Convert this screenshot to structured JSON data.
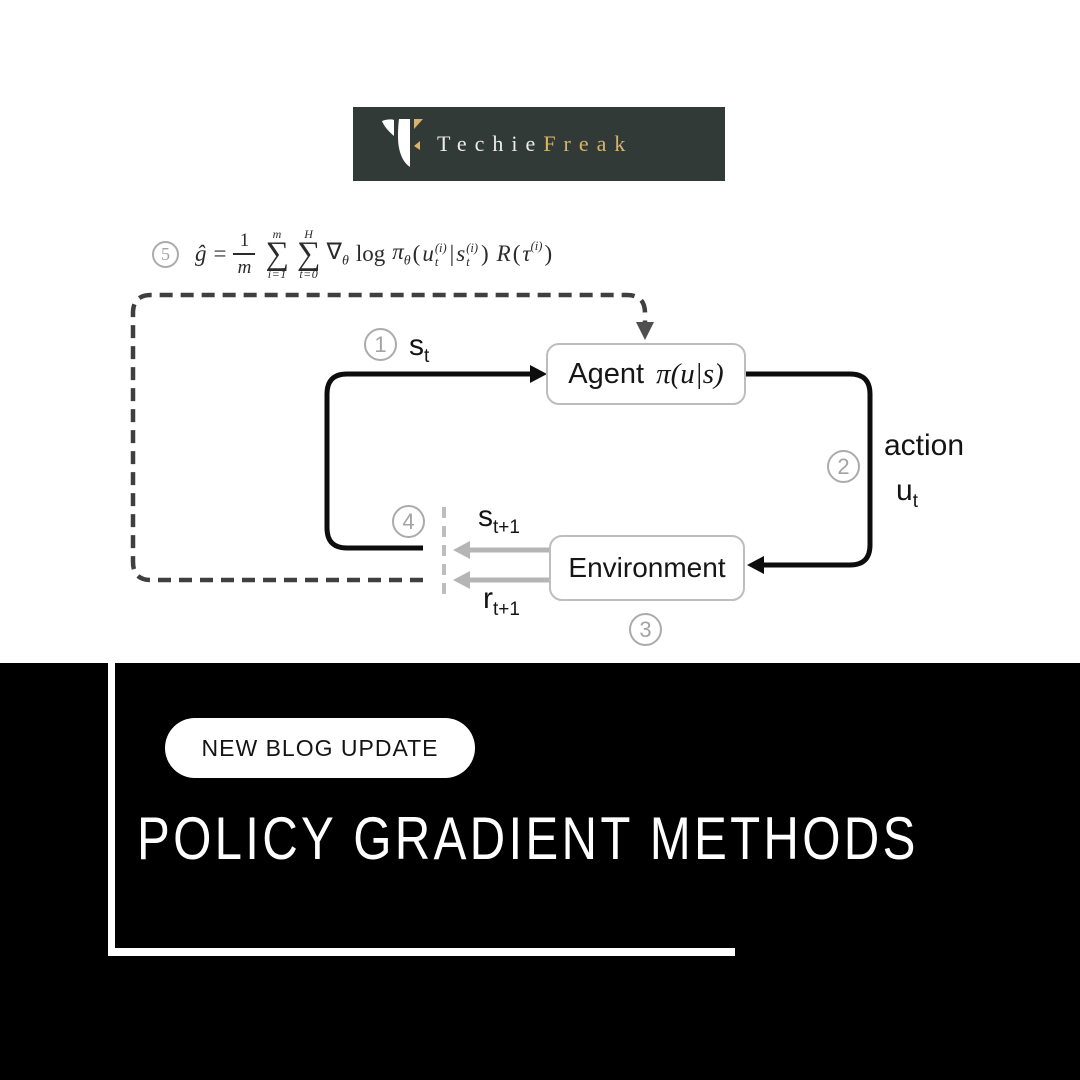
{
  "logo": {
    "brand_first": "Techie",
    "brand_second": "Freak"
  },
  "diagram": {
    "steps": [
      "1",
      "2",
      "3",
      "4",
      "5"
    ],
    "agent": {
      "label": "Agent",
      "policy": "π(u|s)"
    },
    "environment": {
      "label": "Environment"
    },
    "labels": {
      "state_base": "s",
      "state_sub": "t",
      "next_state_base": "s",
      "next_state_sub": "t+1",
      "reward_base": "r",
      "reward_sub": "t+1",
      "action_word": "action",
      "action_base": "u",
      "action_sub": "t"
    },
    "formula": {
      "ghat": "ĝ",
      "eq": "=",
      "frac_num": "1",
      "frac_den": "m",
      "sigma": "∑",
      "sum1_sup": "m",
      "sum1_sub": "i=1",
      "sum2_sup": "H",
      "sum2_sub": "t=0",
      "nabla": "∇",
      "nabla_sub": "θ",
      "log": "log",
      "pi": "π",
      "pi_sub": "θ",
      "open_paren": "(",
      "u_base": "u",
      "u_sup": "(i)",
      "u_sub": "t",
      "bar": "|",
      "s_base": "s",
      "s_sup": "(i)",
      "s_sub": "t",
      "close_paren": ")",
      "R": "R",
      "tau_open": "(",
      "tau": "τ",
      "tau_sup": "(i)",
      "tau_close": ")"
    }
  },
  "banner": {
    "badge": "NEW BLOG UPDATE",
    "title": "POLICY GRADIENT METHODS"
  },
  "colors": {
    "logo_bg": "#313A37",
    "gold": "#D8B46A",
    "banner_bg": "#000000",
    "line_black": "#0D0D0D",
    "line_gray": "#B5B5B5",
    "dash_dark": "#3F3F3F",
    "circle_gray": "#ABABAB",
    "box_border": "#BDBDBD"
  }
}
